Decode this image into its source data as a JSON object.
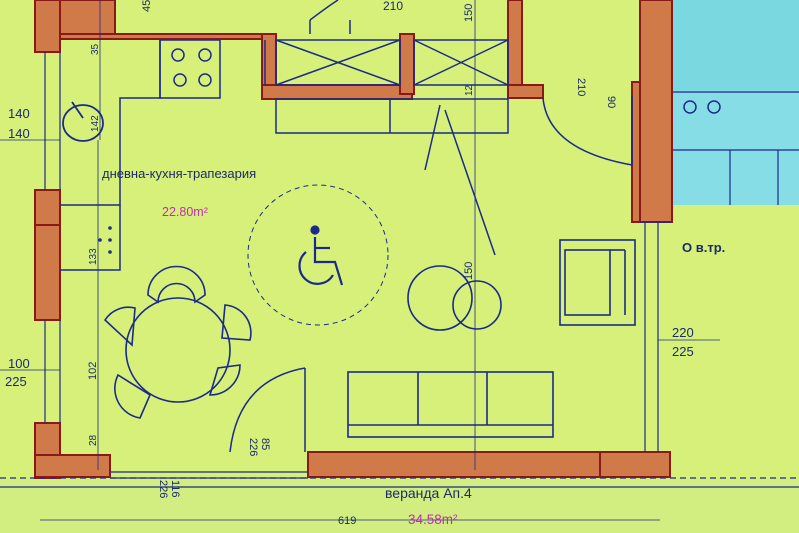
{
  "colors": {
    "floor": "#d6f07a",
    "veranda_floor": "#d2ee80",
    "wall_fill": "#d07a4a",
    "wall_stroke": "#8a1a1a",
    "furniture": "#1c2a8a",
    "dim_text": "#1c2a6a",
    "area_text": "#c030b0",
    "next_room": "#7ad8e0"
  },
  "room": {
    "name": "дневна-кухня-трапезария",
    "area": "22.80m²",
    "accessibility_icon": "wheelchair-icon"
  },
  "veranda": {
    "name": "веранда Ап.4",
    "area": "34.58m²",
    "length": "619"
  },
  "next_space": {
    "label": "О в.тр."
  },
  "dimensions": {
    "top_door": "210",
    "top_small": "45",
    "top_150": "150",
    "left_35": "35",
    "door_right_top": "90",
    "door_right_bottom": "210",
    "left_window_top": "140",
    "left_window_bottom": "140",
    "sink_label": "142",
    "cabinet_12": "12",
    "left_133": "133",
    "left_door_top": "100",
    "left_door_bottom": "225",
    "left_102": "102",
    "table_150": "150",
    "right_window_top": "220",
    "right_window_bottom": "225",
    "bottom_28": "28",
    "bottom_door_top": "85",
    "bottom_door_bottom": "226",
    "bottom_opening_top": "116",
    "bottom_opening_bottom": "226"
  }
}
